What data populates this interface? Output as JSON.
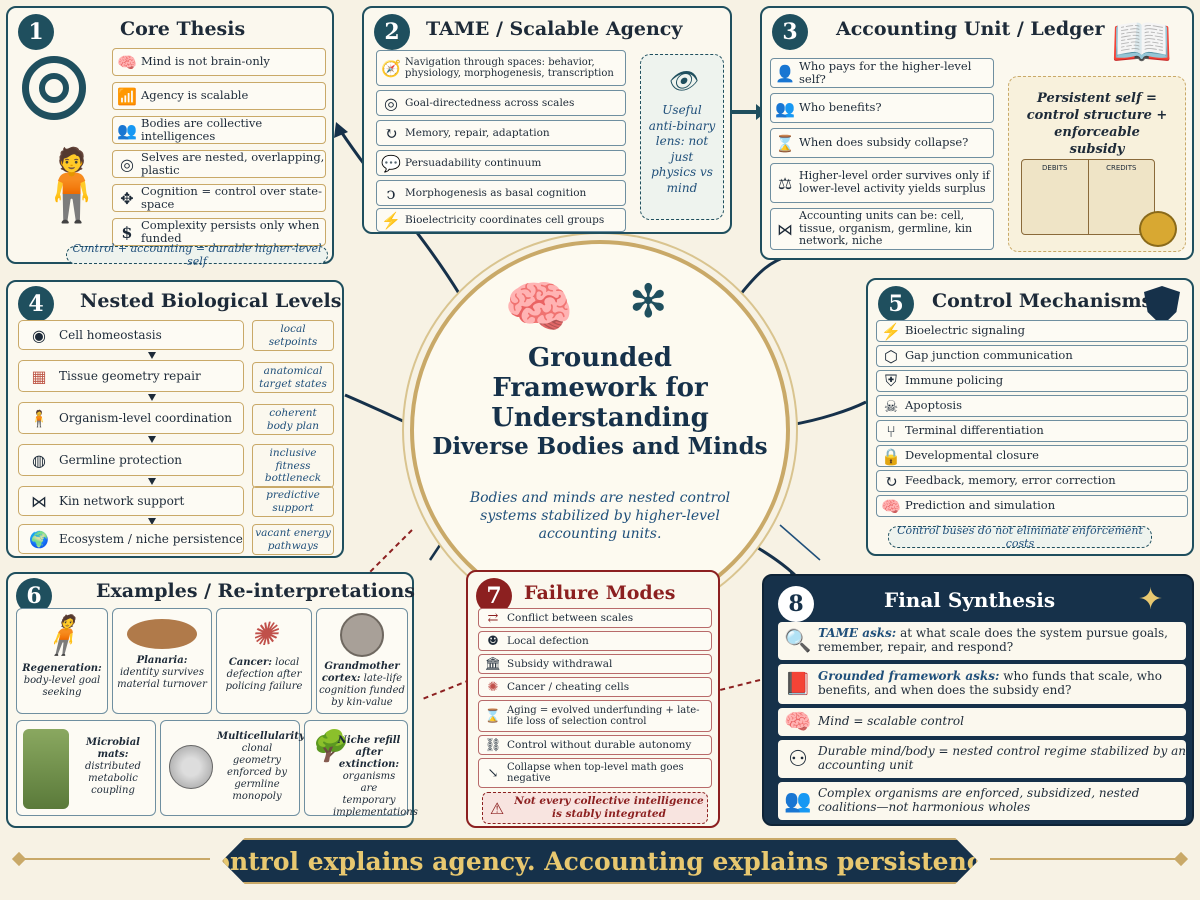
{
  "center": {
    "title_lines": [
      "Grounded",
      "Framework for",
      "Understanding",
      "Diverse Bodies and Minds"
    ],
    "subtitle_lines": [
      "Bodies and minds are nested control",
      "systems stabilized by higher-level",
      "accounting units."
    ]
  },
  "panel1": {
    "num": "1",
    "title": "Core Thesis",
    "rows": [
      {
        "icon": "brain-icon",
        "glyph": "🧠",
        "text": "Mind is not brain-only"
      },
      {
        "icon": "bar-chart-icon",
        "glyph": "📶",
        "text": "Agency is scalable"
      },
      {
        "icon": "people-group-icon",
        "glyph": "👥",
        "text": "Bodies are collective intelligences"
      },
      {
        "icon": "concentric-rings-icon",
        "glyph": "◎",
        "text": "Selves are nested, overlapping, plastic"
      },
      {
        "icon": "axes-arrows-icon",
        "glyph": "✥",
        "text": "Cognition = control over state-space"
      },
      {
        "icon": "dollar-icon",
        "glyph": "$",
        "text": "Complexity persists only when funded"
      }
    ],
    "footer": "Control + accounting = durable higher-level self"
  },
  "panel2": {
    "num": "2",
    "title": "TAME / Scalable Agency",
    "rows": [
      {
        "icon": "compass-icon",
        "glyph": "🧭",
        "text": "Navigation through spaces: behavior, physiology, morphogenesis, transcription"
      },
      {
        "icon": "target-icon",
        "glyph": "◎",
        "text": "Goal-directedness across scales"
      },
      {
        "icon": "cycle-arrows-icon",
        "glyph": "↻",
        "text": "Memory, repair, adaptation"
      },
      {
        "icon": "speech-bubble-icon",
        "glyph": "💬",
        "text": "Persuadability continuum"
      },
      {
        "icon": "embryo-icon",
        "glyph": "ↄ",
        "text": "Morphogenesis as basal cognition"
      },
      {
        "icon": "lightning-icon",
        "glyph": "⚡",
        "text": "Bioelectricity coordinates cell groups"
      }
    ],
    "lens": "Useful anti-binary lens: not just physics vs mind"
  },
  "panel3": {
    "num": "3",
    "title": "Accounting Unit / Ledger",
    "rows": [
      {
        "icon": "person-icon",
        "glyph": "👤",
        "text": "Who pays for the higher-level self?"
      },
      {
        "icon": "people-icon",
        "glyph": "👥",
        "text": "Who benefits?"
      },
      {
        "icon": "hourglass-icon",
        "glyph": "⌛",
        "text": "When does subsidy collapse?"
      },
      {
        "icon": "scales-icon",
        "glyph": "⚖",
        "text": "Higher-level order survives only if lower-level activity yields surplus"
      },
      {
        "icon": "network-icon",
        "glyph": "⋈",
        "text": "Accounting units can be: cell, tissue, organism, germline, kin network, niche"
      }
    ],
    "persistent": "Persistent self = control structure + enforceable subsidy",
    "ledger_debits": "DEBITS",
    "ledger_credits": "CREDITS"
  },
  "panel4": {
    "num": "4",
    "title": "Nested Biological Levels",
    "levels": [
      {
        "icon": "cell-icon",
        "glyph": "◉",
        "text": "Cell homeostasis",
        "note": "local setpoints"
      },
      {
        "icon": "tissue-icon",
        "glyph": "▦",
        "text": "Tissue geometry repair",
        "note": "anatomical target states"
      },
      {
        "icon": "human-figure-icon",
        "glyph": "🧍",
        "text": "Organism-level coordination",
        "note": "coherent body plan"
      },
      {
        "icon": "egg-sperm-icon",
        "glyph": "◍",
        "text": "Germline protection",
        "note": "inclusive fitness bottleneck"
      },
      {
        "icon": "kin-network-icon",
        "glyph": "⋈",
        "text": "Kin network support",
        "note": "predictive support"
      },
      {
        "icon": "globe-plant-icon",
        "glyph": "🌍",
        "text": "Ecosystem / niche persistence",
        "note": "vacant energy pathways"
      }
    ]
  },
  "panel5": {
    "num": "5",
    "title": "Control Mechanisms",
    "rows": [
      {
        "icon": "bioelectric-wave-icon",
        "glyph": "⚡",
        "text": "Bioelectric signaling"
      },
      {
        "icon": "hexagon-cells-icon",
        "glyph": "⬡",
        "text": "Gap junction communication"
      },
      {
        "icon": "shield-cells-icon",
        "glyph": "⛨",
        "text": "Immune policing"
      },
      {
        "icon": "skull-icon",
        "glyph": "☠",
        "text": "Apoptosis"
      },
      {
        "icon": "branching-icon",
        "glyph": "⑂",
        "text": "Terminal differentiation"
      },
      {
        "icon": "lock-icon",
        "glyph": "🔒",
        "text": "Developmental closure"
      },
      {
        "icon": "feedback-loop-icon",
        "glyph": "↻",
        "text": "Feedback, memory, error correction"
      },
      {
        "icon": "brain-icon",
        "glyph": "🧠",
        "text": "Prediction and simulation"
      }
    ],
    "footer": "Control buses do not eliminate enforcement costs"
  },
  "panel6": {
    "num": "6",
    "title": "Examples / Re-interpretations",
    "cards_top": [
      {
        "icon": "regeneration-figure-icon",
        "bold": "Regeneration:",
        "text": "body-level goal seeking"
      },
      {
        "icon": "planaria-icon",
        "bold": "Planaria:",
        "text": "identity survives material turnover"
      },
      {
        "icon": "cancer-cells-icon",
        "bold": "Cancer:",
        "text": "local defection after policing failure"
      },
      {
        "icon": "grandmother-portrait-icon",
        "bold": "Grandmother cortex:",
        "text": "late-life cognition funded by kin-value"
      }
    ],
    "cards_bottom": [
      {
        "icon": "microbial-mat-icon",
        "bold": "Microbial mats:",
        "text": "distributed metabolic coupling"
      },
      {
        "icon": "cell-cluster-icon",
        "bold": "Multicellularity:",
        "text": "clonal geometry enforced by germline monopoly"
      },
      {
        "icon": "island-tree-icon",
        "bold": "Niche refill after extinction:",
        "text": "organisms are temporary implementations"
      }
    ]
  },
  "panel7": {
    "num": "7",
    "title": "Failure Modes",
    "rows": [
      {
        "icon": "crossed-arrows-icon",
        "glyph": "⇄",
        "text": "Conflict between scales"
      },
      {
        "icon": "defector-mask-icon",
        "glyph": "☻",
        "text": "Local defection"
      },
      {
        "icon": "bank-icon",
        "glyph": "🏛",
        "text": "Subsidy withdrawal"
      },
      {
        "icon": "cancer-cell-icon",
        "glyph": "✺",
        "text": "Cancer / cheating cells"
      },
      {
        "icon": "hourglass-icon",
        "glyph": "⌛",
        "text": "Aging = evolved underfunding + late-life loss of selection control"
      },
      {
        "icon": "broken-chain-icon",
        "glyph": "⛓",
        "text": "Control without durable autonomy"
      },
      {
        "icon": "downward-graph-icon",
        "glyph": "↘",
        "text": "Collapse when top-level math goes negative"
      }
    ],
    "warning": "Not every collective intelligence is stably integrated"
  },
  "panel8": {
    "num": "8",
    "title": "Final Synthesis",
    "rows": [
      {
        "icon": "magnifier-icon",
        "glyph": "🔍",
        "lead": "TAME asks:",
        "text": "at what scale does the system pursue goals, remember, repair, and respond?"
      },
      {
        "icon": "ledger-book-icon",
        "glyph": "📕",
        "lead": "Grounded framework asks:",
        "text": "who funds that scale, who benefits, and when does the subsidy end?"
      },
      {
        "icon": "brain-icon",
        "glyph": "🧠",
        "lead": "",
        "text": "Mind = scalable control"
      },
      {
        "icon": "hierarchy-icon",
        "glyph": "⚇",
        "lead": "",
        "text": "Durable mind/body = nested control regime stabilized by an accounting unit"
      },
      {
        "icon": "people-group-icon",
        "glyph": "👥",
        "lead": "",
        "text": "Complex organisms are enforced, subsidized, nested coalitions—not harmonious wholes"
      }
    ]
  },
  "banner": {
    "text": "Control explains agency. Accounting explains persistence."
  },
  "colors": {
    "teal": "#1f4f5e",
    "navy": "#16314a",
    "red": "#8c2020",
    "gold": "#c9a968",
    "cream": "#f7f2e4"
  }
}
